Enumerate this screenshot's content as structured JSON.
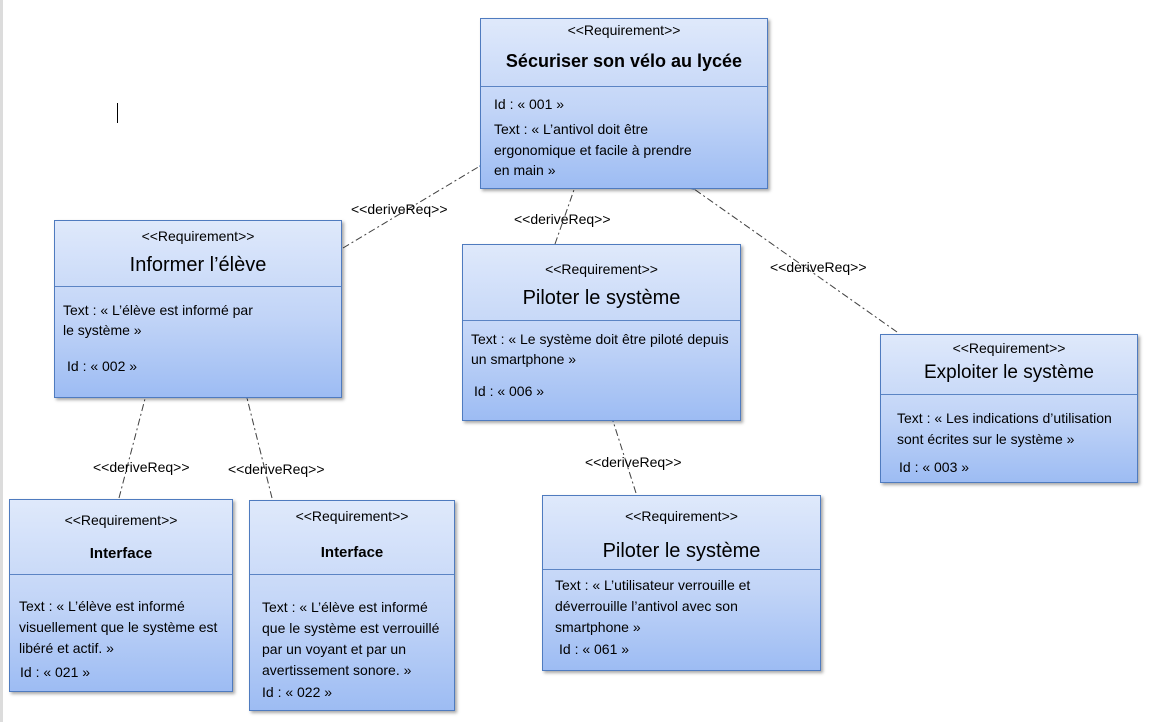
{
  "stereotype": "<<Requirement>>",
  "relation_label": "<<deriveReq>>",
  "colors": {
    "box_border": "#4f7bbf",
    "box_top": "#dfe9fb",
    "box_bottom": "#9dbcf3",
    "line": "#404040",
    "arrow": "#5b84c4"
  },
  "requirements": {
    "r001": {
      "title": "Sécuriser son vélo au lycée",
      "id": "Id : « 001 »",
      "text": [
        "Text : « L’antivol doit être",
        "ergonomique et facile à prendre",
        "en main »"
      ]
    },
    "r002": {
      "title": "Informer l’élève",
      "text": [
        "Text : « L’élève est informé par",
        "le système »"
      ],
      "id": "Id : « 002 »"
    },
    "r006": {
      "title": "Piloter le système",
      "text": [
        "Text : « Le système doit être piloté depuis",
        "un smartphone »"
      ],
      "id": "Id : « 006 »"
    },
    "r003": {
      "title": "Exploiter le système",
      "text": [
        "Text : « Les indications d’utilisation",
        "sont écrites sur le système »"
      ],
      "id": "Id : « 003 »"
    },
    "r021": {
      "title": "Interface",
      "text": [
        "Text : « L’élève est informé",
        "visuellement que le système est",
        "libéré et actif. »"
      ],
      "id": "Id : « 021 »"
    },
    "r022": {
      "title": "Interface",
      "text": [
        "Text : « L’élève est informé",
        "que le système est verrouillé",
        "par un voyant et par un",
        "avertissement sonore. »"
      ],
      "id": "Id : « 022 »"
    },
    "r061": {
      "title": "Piloter le système",
      "text": [
        "Text : « L’utilisateur verrouille et",
        "déverrouille l’antivol avec son",
        "smartphone »"
      ],
      "id": "Id : « 061 »"
    }
  }
}
